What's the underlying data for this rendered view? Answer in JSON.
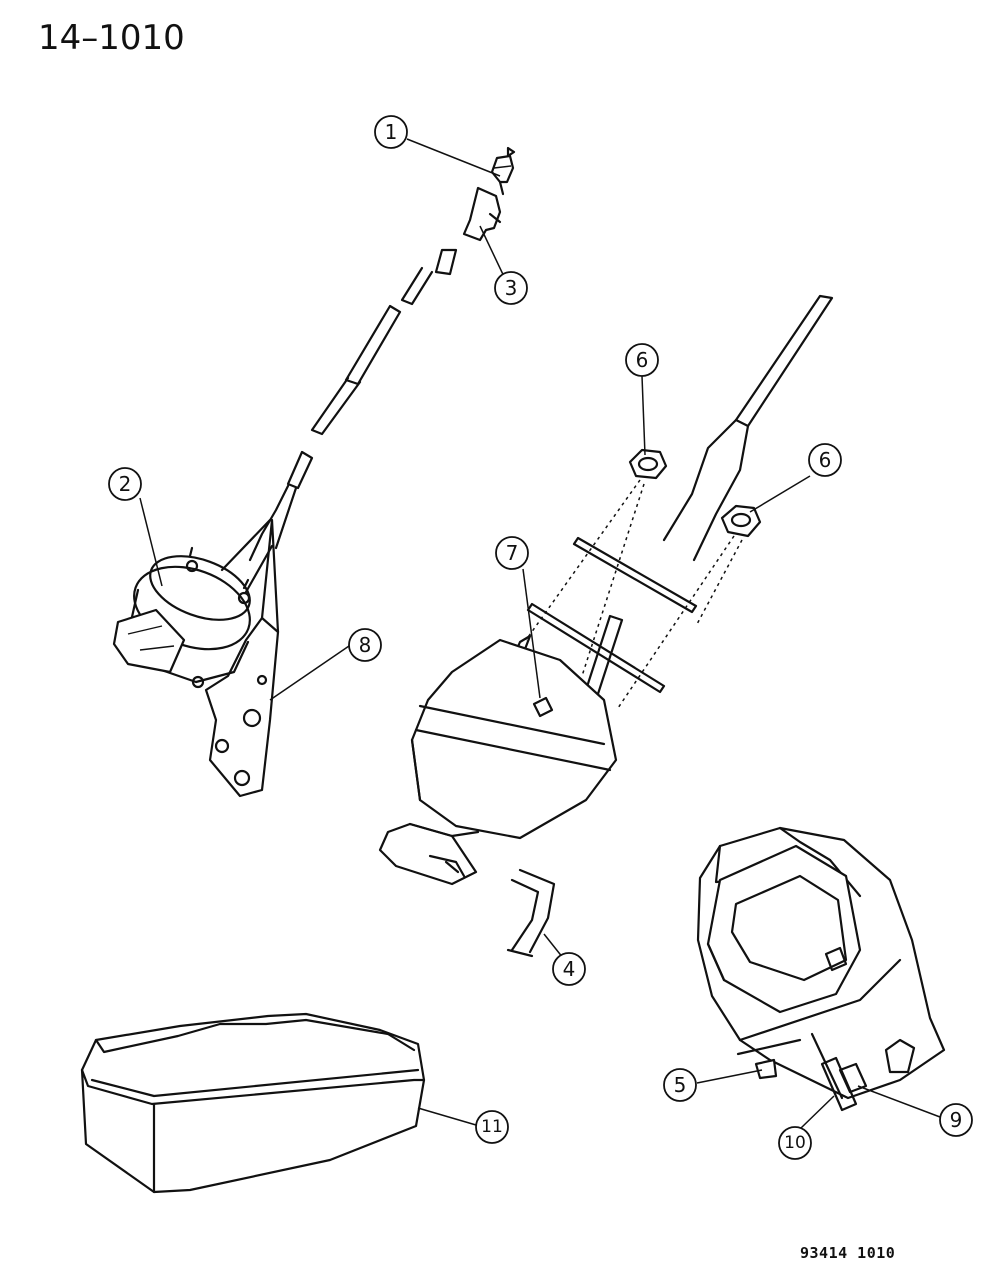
{
  "header": {
    "page_code": "14–1010"
  },
  "footer": {
    "drawing_id": "93414  1010"
  },
  "callouts": [
    {
      "number": "1"
    },
    {
      "number": "2"
    },
    {
      "number": "3"
    },
    {
      "number": "4"
    },
    {
      "number": "5"
    },
    {
      "number": "6"
    },
    {
      "number": "6"
    },
    {
      "number": "7"
    },
    {
      "number": "8"
    },
    {
      "number": "9"
    },
    {
      "number": "10"
    },
    {
      "number": "11"
    }
  ]
}
